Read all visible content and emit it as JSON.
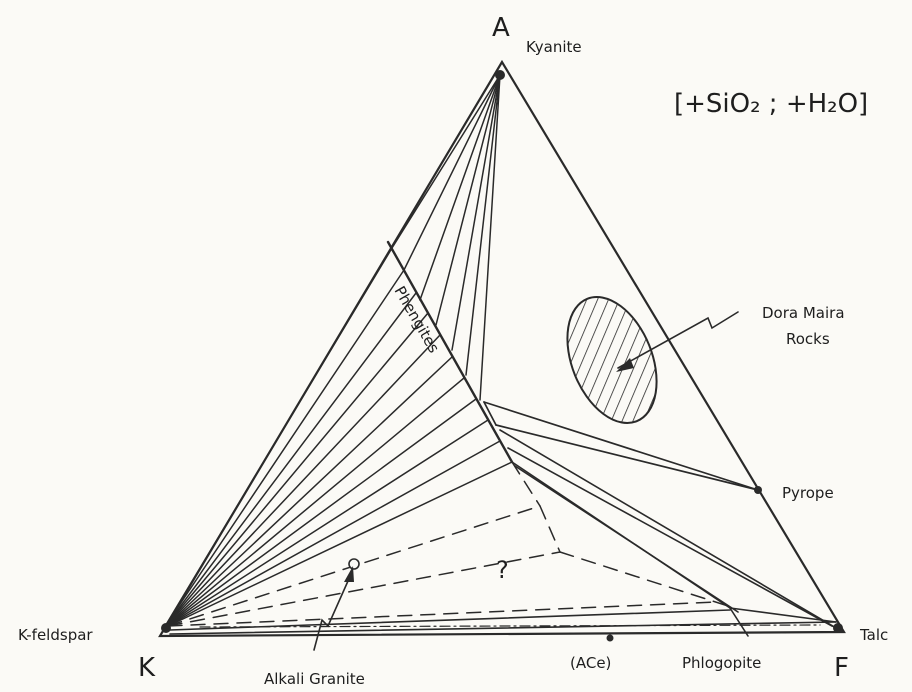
{
  "vertices": {
    "top": "A",
    "left": "K",
    "right": "F"
  },
  "phases": {
    "kyanite": "Kyanite",
    "k_feldspar": "K-feldspar",
    "talc": "Talc",
    "pyrope": "Pyrope",
    "phlogopite": "Phlogopite",
    "ace": "(ACe)",
    "alkali_granite": "Alkali Granite",
    "phengites": "Phengites"
  },
  "annotation": {
    "excess_phases": "[+SiO₂ ; +H₂O]",
    "dora_maira_line1": "Dora Maira",
    "dora_maira_line2": "Rocks",
    "unknown_field": "?"
  },
  "colors": {
    "ink": "#2a2a2a",
    "paper": "#fbfaf6"
  }
}
